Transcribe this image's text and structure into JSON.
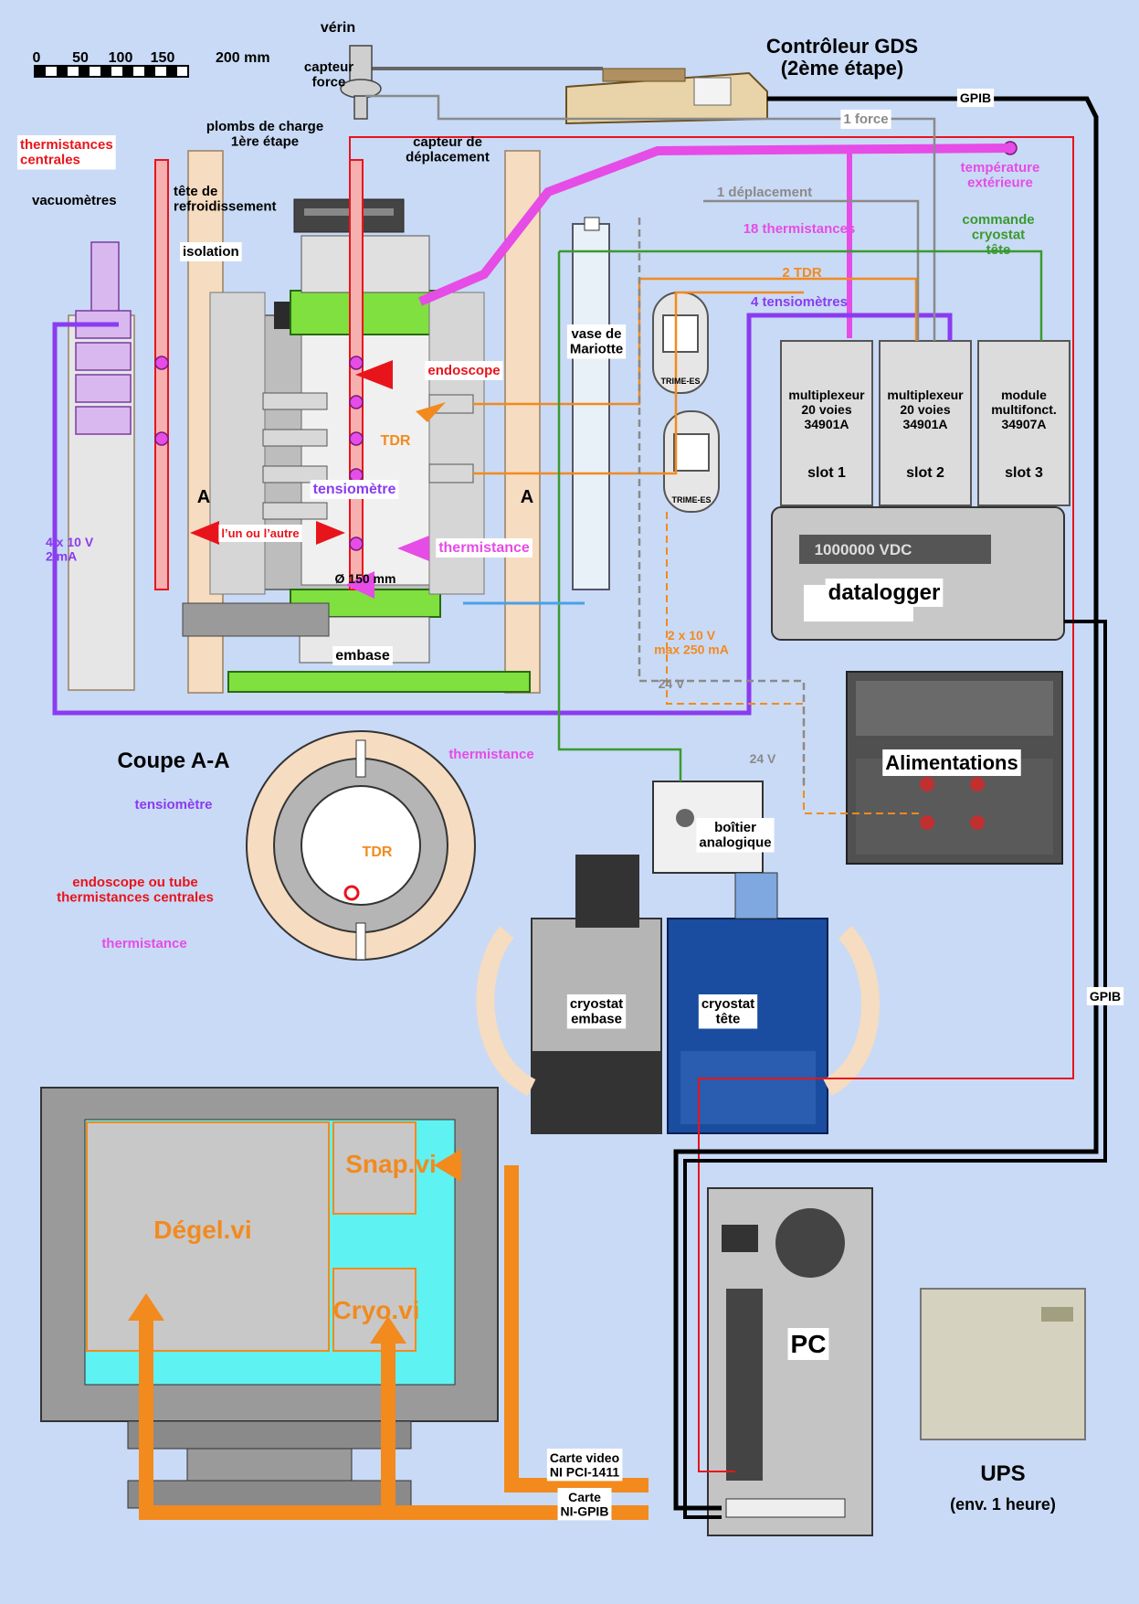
{
  "scale": {
    "ticks": [
      "0",
      "50",
      "100",
      "150",
      "200 mm"
    ]
  },
  "labels": {
    "verin": "vérin",
    "capteur_force": "capteur\nforce",
    "gds_title": "Contrôleur GDS\n(2ème étape)",
    "gpib_top": "GPIB",
    "gpib_right": "GPIB",
    "one_force": "1 force",
    "plombs": "plombs de charge\n1ère étape",
    "capteur_depl": "capteur de\ndéplacement",
    "thermistances_centrales": "thermistances\ncentrales",
    "temp_ext": "température\nextérieure",
    "one_depl": "1 déplacement",
    "vacuometres": "vacuomètres",
    "tete_refroid": "tête de\nrefroidissement",
    "eighteen_therm": "18 thermistances",
    "commande_cryo": "commande\ncryostat\ntête",
    "isolation": "isolation",
    "two_tdr": "2 TDR",
    "four_tens": "4 tensiomètres",
    "vase": "vase de\nMariotte",
    "endoscope": "endoscope",
    "tdr": "TDR",
    "trime1": "TRIME-ES",
    "trime2": "TRIME-ES",
    "a_left": "A",
    "a_right": "A",
    "tensiometre": "tensiomètre",
    "lun_lautre": "l’un ou l’autre",
    "thermistance": "thermistance",
    "four_x_10v": "4 x 10 V\n2 mA",
    "diam": "Ø 150 mm",
    "embase": "embase",
    "two_x_10v": "2 x 10 V\nmax 250 mA",
    "v24_a": "24 V",
    "v24_b": "24 V",
    "datalogger": "datalogger",
    "datalogger_display": "1000000  VDC",
    "alimentations": "Alimentations",
    "coupe": "Coupe A-A",
    "coupe_therm_top": "thermistance",
    "coupe_tens": "tensiomètre",
    "coupe_tdr": "TDR",
    "coupe_endo": "endoscope ou tube\nthermistances centrales",
    "coupe_therm_bottom": "thermistance",
    "boitier": "boîtier\nanalogique",
    "cryo_embase": "cryostat\nembase",
    "cryo_tete": "cryostat\ntête",
    "snap": "Snap.vi",
    "degel": "Dégel.vi",
    "cryo_vi": "Cryo.vi",
    "carte_video": "Carte video\nNI PCI-1411",
    "carte_gpib": "Carte\nNI-GPIB",
    "pc": "PC",
    "ups": "UPS",
    "ups_sub": "(env. 1 heure)"
  },
  "slots": [
    {
      "name": "multiplexeur\n20 voies\n34901A",
      "slot": "slot 1"
    },
    {
      "name": "multiplexeur\n20 voies\n34901A",
      "slot": "slot 2"
    },
    {
      "name": "module\nmultifonct.\n34907A",
      "slot": "slot 3"
    }
  ],
  "colors": {
    "background": "#c9daf6",
    "red": "#e8141c",
    "magenta": "#e64ce6",
    "purple": "#8a3cf0",
    "orange": "#f28a1e",
    "green": "#3a9a2e",
    "gray": "#8a8a8a",
    "black": "#000000",
    "wood": "#f6dcc0",
    "screen_cyan": "#5ff2f2"
  }
}
